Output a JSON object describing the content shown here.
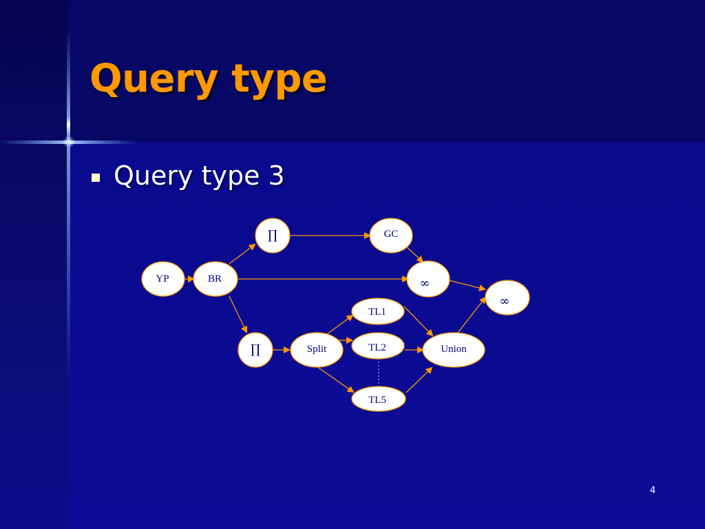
{
  "slide": {
    "title": "Query type",
    "bullet": "Query type 3",
    "page_number": "4"
  },
  "diagram": {
    "nodes": {
      "yp": "YP",
      "br": "BR",
      "proj_top": "∏",
      "gc": "GC",
      "join_mid": "∞",
      "join_right": "∞",
      "proj_bottom": "∏",
      "split": "Split",
      "tl1": "TL1",
      "tl2": "TL2",
      "tl5": "TL5",
      "union": "Union"
    }
  },
  "colors": {
    "title": "#ff9900",
    "arrow": "#ff9900",
    "node_fill": "#ffffff",
    "node_text": "#000080",
    "background": "#0a0a8e"
  }
}
